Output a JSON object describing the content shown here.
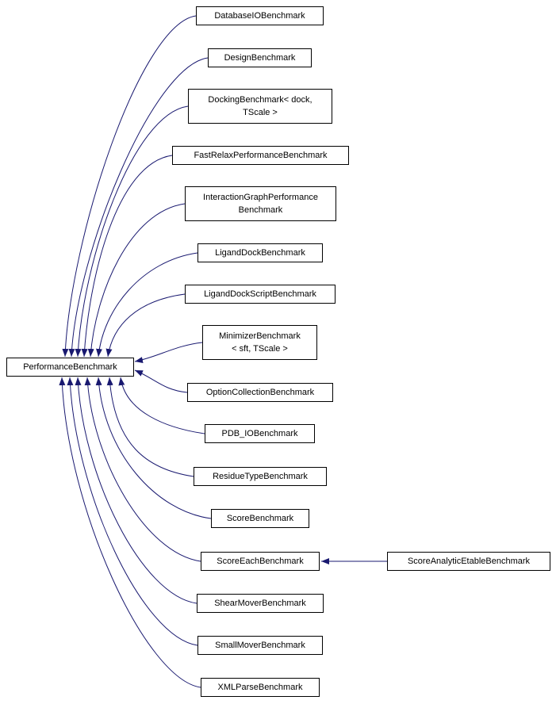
{
  "diagram": {
    "type": "inheritance-graph",
    "base": {
      "label": "PerformanceBenchmark"
    },
    "derived": [
      {
        "label": "DatabaseIOBenchmark"
      },
      {
        "label": "DesignBenchmark"
      },
      {
        "label": "DockingBenchmark< dock,\nTScale >"
      },
      {
        "label": "FastRelaxPerformanceBenchmark"
      },
      {
        "label": "InteractionGraphPerformance\nBenchmark"
      },
      {
        "label": "LigandDockBenchmark"
      },
      {
        "label": "LigandDockScriptBenchmark"
      },
      {
        "label": "MinimizerBenchmark\n< sft, TScale >"
      },
      {
        "label": "OptionCollectionBenchmark"
      },
      {
        "label": "PDB_IOBenchmark"
      },
      {
        "label": "ResidueTypeBenchmark"
      },
      {
        "label": "ScoreBenchmark"
      },
      {
        "label": "ScoreEachBenchmark"
      },
      {
        "label": "ShearMoverBenchmark"
      },
      {
        "label": "SmallMoverBenchmark"
      },
      {
        "label": "XMLParseBenchmark"
      }
    ],
    "external": {
      "label": "ScoreAnalyticEtableBenchmark"
    },
    "colors": {
      "edge": "#191970",
      "node_border": "#000000",
      "node_background": "#ffffff",
      "text": "#000000",
      "page_background": "#ffffff"
    }
  }
}
